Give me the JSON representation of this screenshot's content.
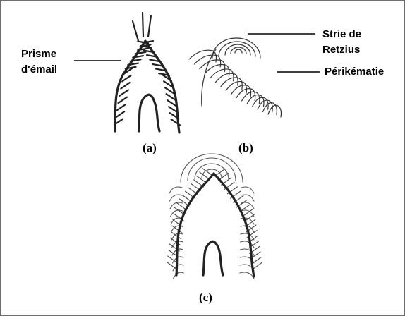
{
  "figure": {
    "panels": [
      {
        "id": "a",
        "label": "(a)"
      },
      {
        "id": "b",
        "label": "(b)"
      },
      {
        "id": "c",
        "label": "(c)"
      }
    ],
    "annotations": {
      "enamel_prism": [
        "Prisme",
        "d'émail"
      ],
      "retzius_striae": [
        "Strie de",
        "Retzius"
      ],
      "perikymata": "Périkématie"
    }
  }
}
